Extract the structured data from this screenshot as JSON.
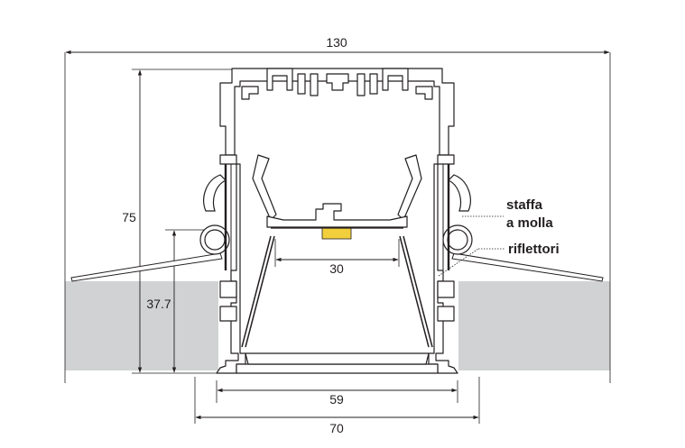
{
  "colors": {
    "wall": "#d1d2d3",
    "profile_fill": "#ffffff",
    "stroke": "#231f20",
    "led_chip": "#f2cf3c"
  },
  "dimensions": {
    "overall_width": "130",
    "overall_height": "75",
    "depth_to_ceiling": "37.7",
    "led_width": "30",
    "inner_width": "59",
    "outer_width": "70"
  },
  "labels": {
    "spring_clip_line1": "staffa",
    "spring_clip_line2": "a molla",
    "reflectors": "riflettori"
  }
}
